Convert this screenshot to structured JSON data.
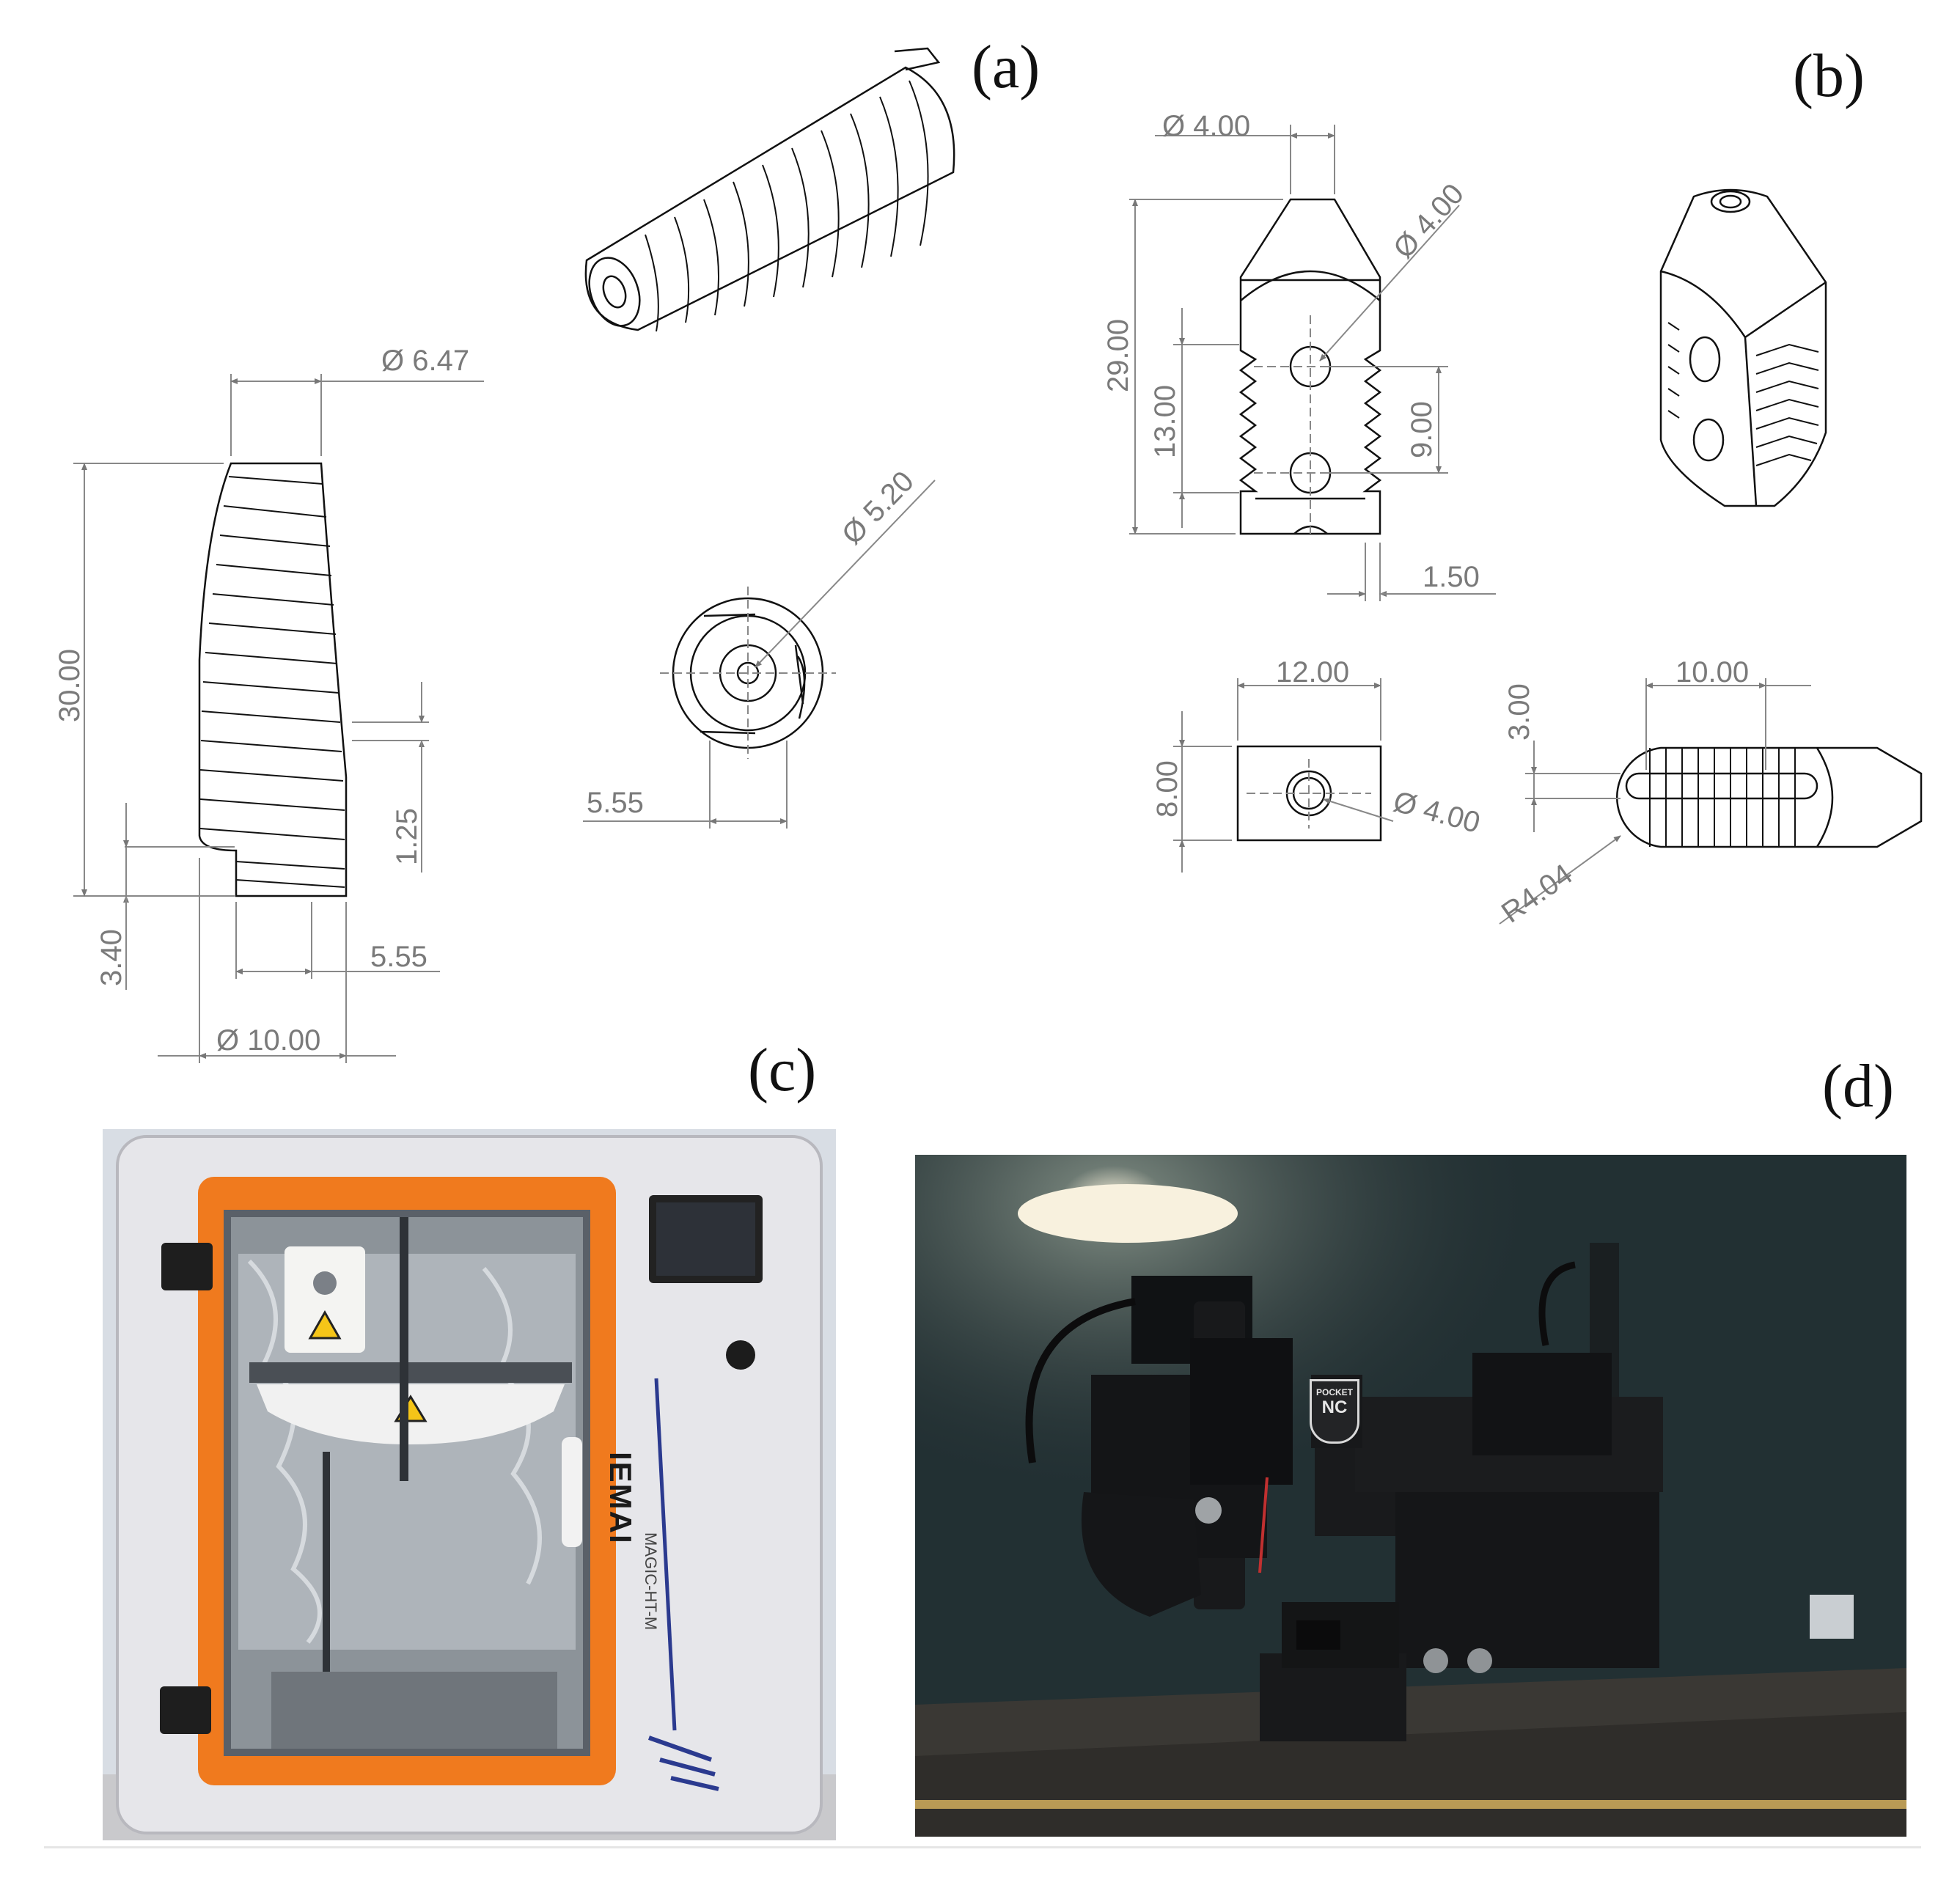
{
  "panels": {
    "a": "(a)",
    "b": "(b)",
    "c": "(c)",
    "d": "(d)"
  },
  "dims_a": {
    "top_diameter": "Ø 6.47",
    "length": "30.00",
    "pitch": "1.25",
    "tip_length": "3.40",
    "tip_width": "5.55",
    "base_diameter": "Ø 10.00",
    "end_diameter": "Ø 5.20",
    "end_width": "5.55"
  },
  "dims_b": {
    "tip_diameter": "Ø 4.00",
    "length": "29.00",
    "thread_span": "13.00",
    "hole_diameter": "Ø 4.00",
    "hole_spacing": "9.00",
    "wall": "1.50",
    "width": "12.00",
    "height": "8.00",
    "bottom_hole": "Ø 4.00",
    "slot_length": "10.00",
    "slot_width": "3.00",
    "radius": "R4.04"
  },
  "printer": {
    "brand": "IEMAI",
    "model": "MAGIC-HT-M",
    "frame_color": "#f07a1e",
    "body_color": "#e6e6ea"
  },
  "mill": {
    "badge_line1": "POCKET",
    "badge_line2": "NC"
  }
}
